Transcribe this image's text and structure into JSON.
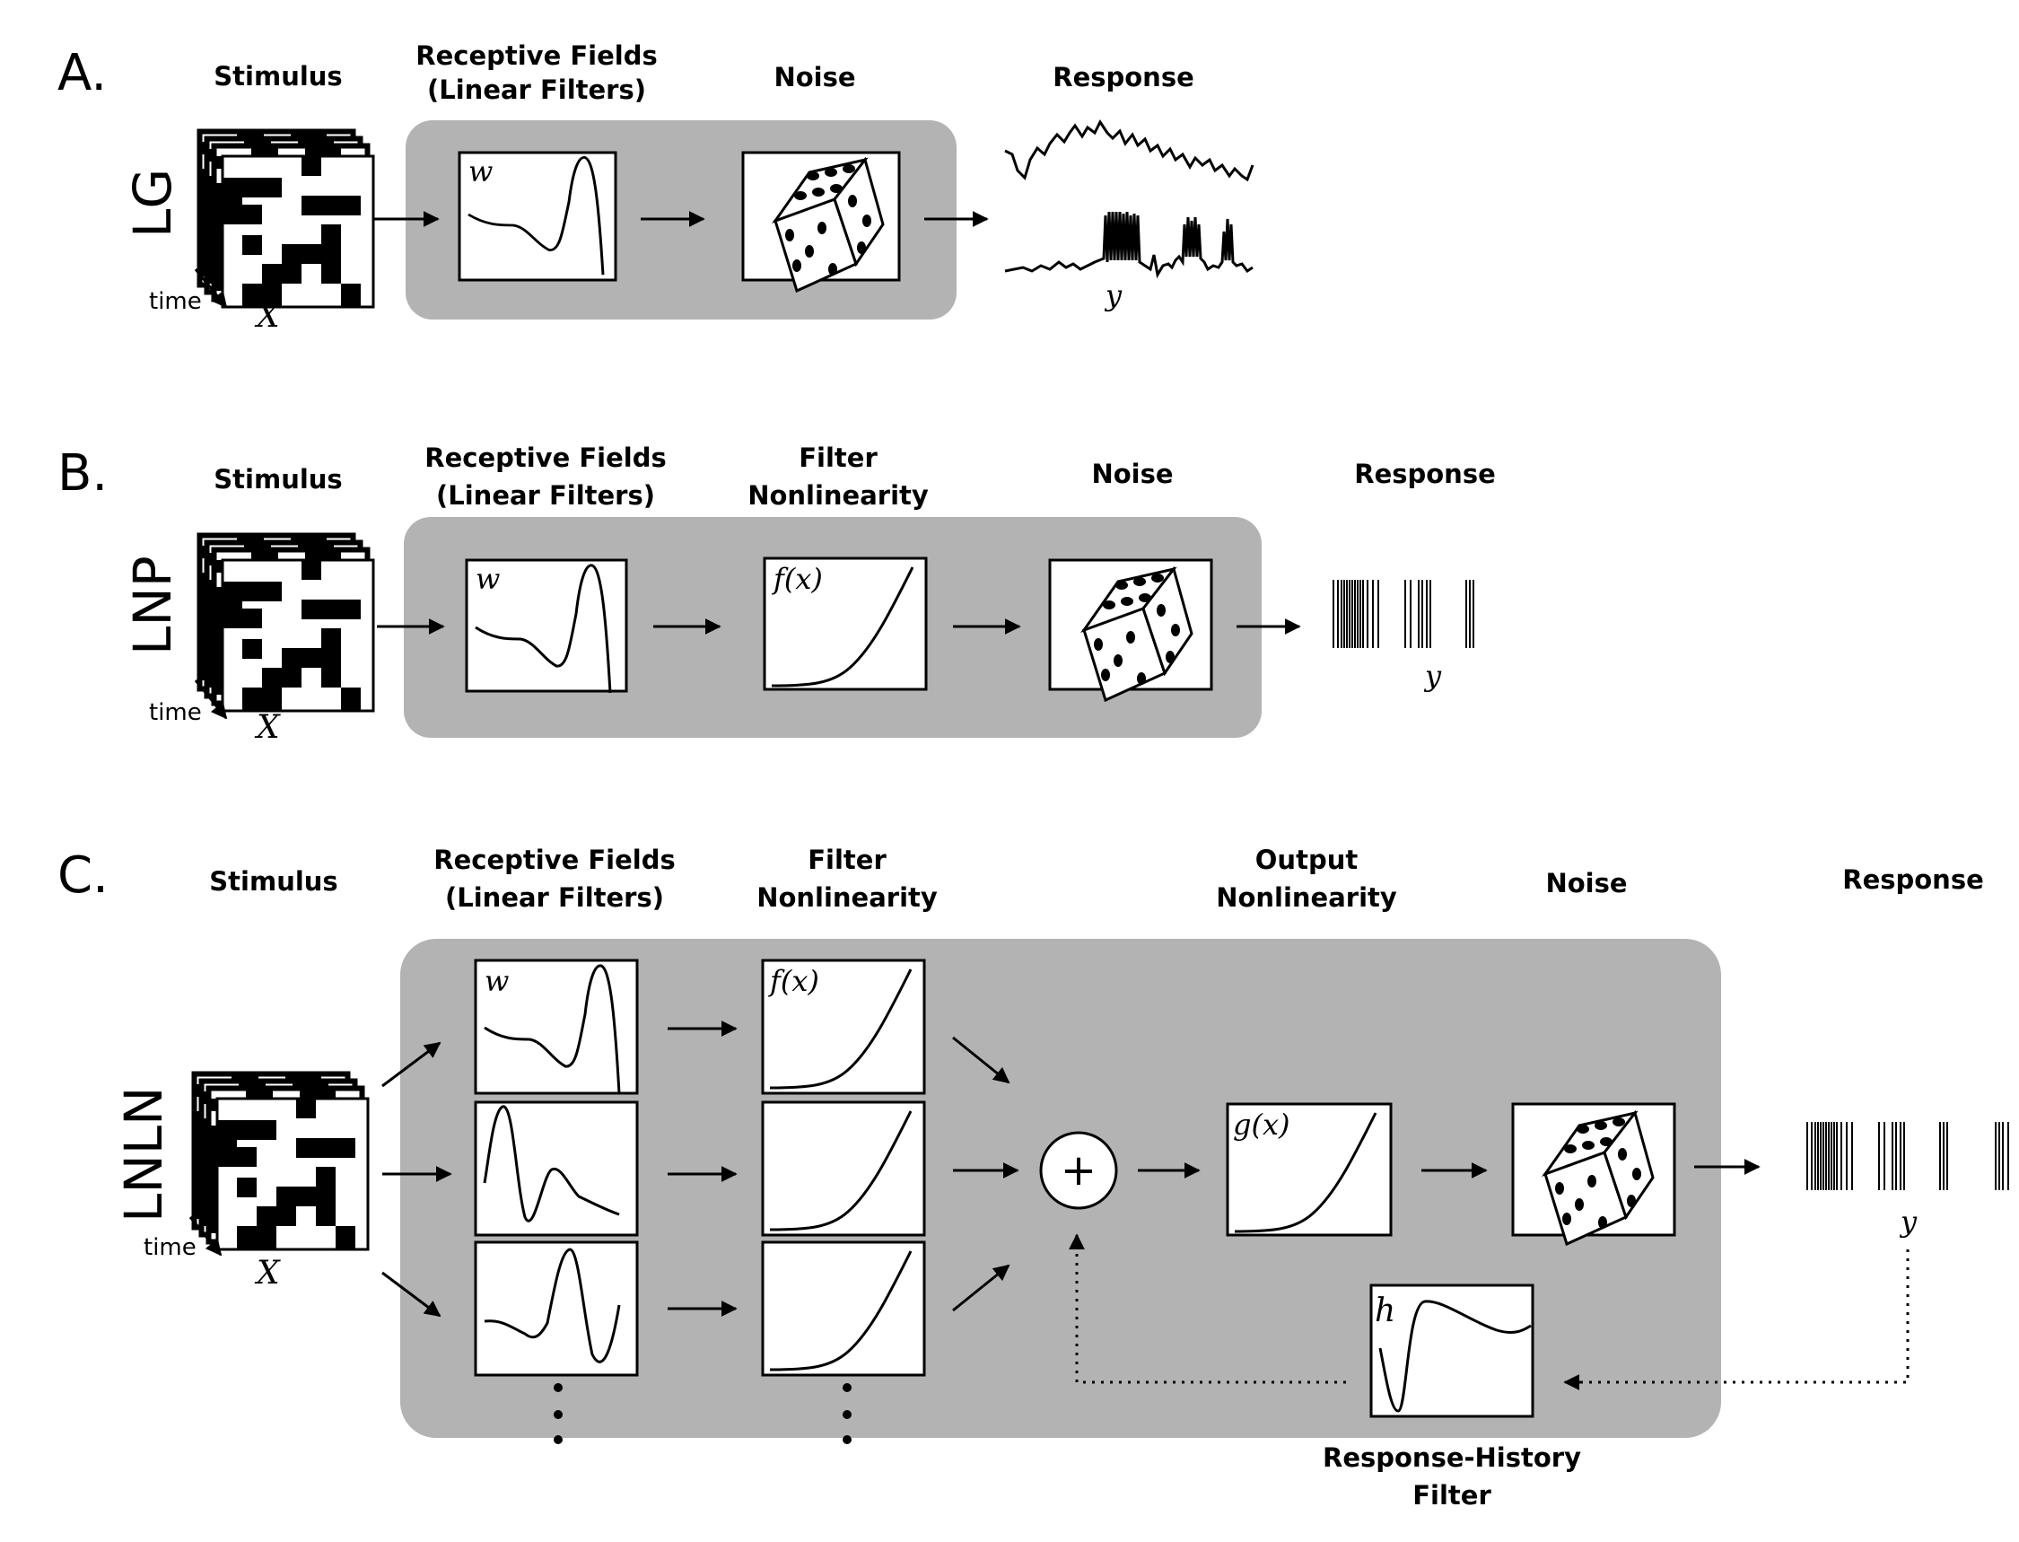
{
  "panels": [
    {
      "label": "A.",
      "model": "LG",
      "headers": {
        "stimulus": "Stimulus",
        "receptive_fields": [
          "Receptive Fields",
          "(Linear Filters)"
        ],
        "noise": "Noise",
        "response": "Response"
      },
      "time_label": "time",
      "x_label": "X",
      "w_label": "w",
      "y_label": "y"
    },
    {
      "label": "B.",
      "model": "LNP",
      "headers": {
        "stimulus": "Stimulus",
        "receptive_fields": [
          "Receptive Fields",
          "(Linear Filters)"
        ],
        "filter_nonlinearity": [
          "Filter",
          "Nonlinearity"
        ],
        "noise": "Noise",
        "response": "Response"
      },
      "time_label": "time",
      "x_label": "X",
      "w_label": "w",
      "f_label": "f(x)",
      "y_label": "y"
    },
    {
      "label": "C.",
      "model": "LNLN",
      "headers": {
        "stimulus": "Stimulus",
        "receptive_fields": [
          "Receptive Fields",
          "(Linear Filters)"
        ],
        "filter_nonlinearity": [
          "Filter",
          "Nonlinearity"
        ],
        "output_nonlinearity": [
          "Output",
          "Nonlinearity"
        ],
        "noise": "Noise",
        "response": "Response",
        "history_filter": [
          "Response-History",
          "Filter"
        ]
      },
      "time_label": "time",
      "x_label": "X",
      "w_label": "w",
      "f_label": "f(x)",
      "g_label": "g(x)",
      "h_label": "h",
      "y_label": "y",
      "sum_symbol": "+"
    }
  ]
}
